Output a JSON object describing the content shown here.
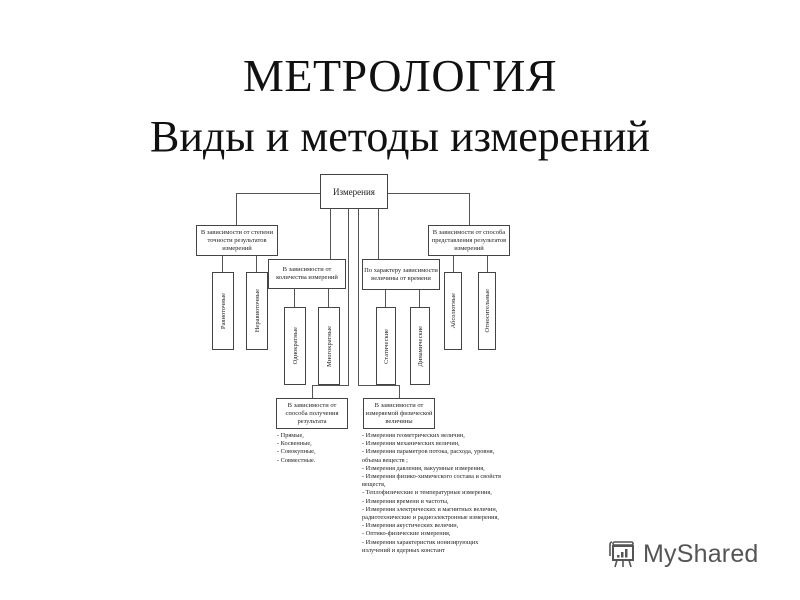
{
  "slide": {
    "title": "МЕТРОЛОГИЯ",
    "subtitle": "Виды и методы измерений"
  },
  "diagram": {
    "root": "Измерения",
    "accuracy": {
      "label": "В зависимости от степени точности результатов измерений",
      "children": [
        "Равноточные",
        "Неравноточные"
      ]
    },
    "count": {
      "label": "В зависимости от количества измерений",
      "children": [
        "Однократные",
        "Многократные"
      ]
    },
    "time": {
      "label": "По характеру зависимости величины от времени",
      "children": [
        "Статические",
        "Динамические"
      ]
    },
    "representation": {
      "label": "В зависимости от способа представления результатов измерений",
      "children": [
        "Абсолютные",
        "Относительные"
      ]
    },
    "method": {
      "label": "В зависимости от способа получения результата",
      "items": [
        "- Прямые,",
        "- Косвенные,",
        "- Совокупные,",
        "- Совместные."
      ]
    },
    "quantity": {
      "label": "В зависимости от измеряемой физической величины",
      "items": [
        "- Измерения геометрических величин,",
        "- Измерения механических величин,",
        "- Измерения параметров потока, расхода, уровня,",
        "объема веществ ;",
        "- Измерения давления, вакуумные измерения,",
        "- Измерения физико-химического состава и свойств",
        "веществ,",
        "- Теплофизические и температурные измерения,",
        "- Измерения времени и частоты,",
        "- Измерения электрических и магнитных величин,",
        "радиотехнические и радиоэлектронные измерения,",
        "- Измерения акустических величин,",
        "- Оптико-физические измерения,",
        "- Измерения характеристик ионизирующих",
        "излучений и ядерных констант"
      ]
    }
  },
  "watermark": {
    "text": "MyShared",
    "icon": "presentation-board-icon",
    "color": "#555555"
  }
}
